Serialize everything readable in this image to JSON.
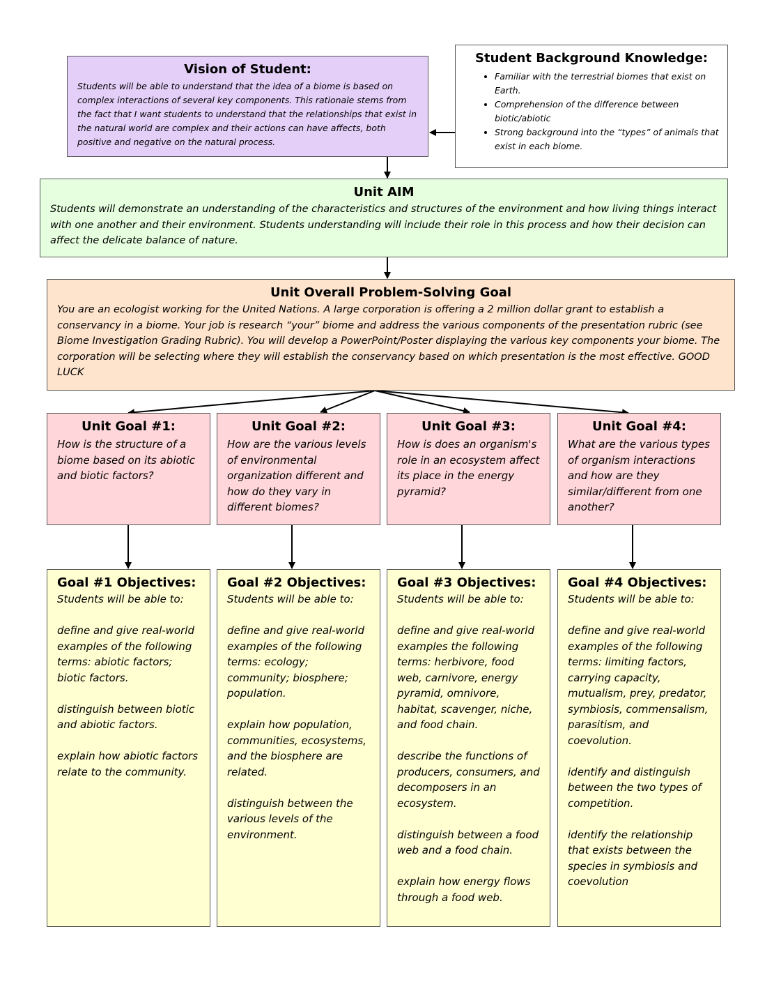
{
  "vision": {
    "title": "Vision of Student:",
    "text": "Students will be able to understand that the idea of a biome is based on complex interactions of several key components.  This rationale stems from the fact that I want students to understand that the relationships that exist in the natural world are complex and their actions can have affects, both positive and negative on the natural process."
  },
  "background": {
    "title": "Student Background Knowledge:",
    "items": [
      "Familiar with the terrestrial biomes that exist on Earth.",
      "Comprehension of the difference between biotic/abiotic",
      "Strong background into the “types” of animals that exist in each biome."
    ]
  },
  "aim": {
    "title": "Unit AIM",
    "text": "Students will demonstrate an understanding of the characteristics and structures of the environment and how living  things interact with one another and their environment.  Students understanding will include their role in this process and how their decision can affect the delicate balance of nature."
  },
  "problem": {
    "title": "Unit Overall Problem-Solving Goal",
    "text": "You are an ecologist working for the United Nations.  A large corporation is offering a 2 million dollar grant to establish a conservancy in a biome. Your job is research “your” biome and address the various components of the presentation rubric (see Biome Investigation Grading Rubric).  You will develop a PowerPoint/Poster displaying the various key components your biome.  The corporation will be selecting where they will establish the conservancy based on which presentation is the most effective.  GOOD LUCK"
  },
  "goals": [
    {
      "title": "Unit Goal #1:",
      "text": "How is the structure of a biome based on its abiotic and biotic factors?"
    },
    {
      "title": "Unit Goal #2:",
      "text": "How are the various levels of environmental organization different and how do they vary in different biomes?"
    },
    {
      "title": "Unit Goal #3:",
      "text": "How is does an organism's role in an ecosystem affect its place in the energy pyramid?"
    },
    {
      "title": "Unit Goal #4:",
      "text": "What are the various types of organism interactions and how are they similar/different from one another?"
    }
  ],
  "objectives": [
    {
      "title": "Goal #1 Objectives:",
      "paras": [
        "Students will be able to:",
        "define and give real-world examples of the following terms:  abiotic factors; biotic factors.",
        "distinguish between biotic and abiotic factors.",
        "explain how abiotic factors relate to the community."
      ]
    },
    {
      "title": "Goal #2 Objectives:",
      "paras": [
        "Students will be able to:",
        "define and give real-world examples of the following terms:  ecology; community; biosphere; population.",
        "explain how population, communities, ecosystems, and the biosphere are related.",
        "distinguish between the various levels of the environment."
      ]
    },
    {
      "title": "Goal #3 Objectives:",
      "paras": [
        "Students will be able to:",
        "define and give real-world examples the following terms:  herbivore, food web, carnivore, energy pyramid, omnivore, habitat, scavenger, niche, and food chain.",
        "describe the functions of producers, consumers, and decomposers in an ecosystem.",
        "distinguish between a food web and a food chain.",
        "explain how energy flows through a food web."
      ]
    },
    {
      "title": "Goal #4 Objectives:",
      "paras": [
        "Students will be able to:",
        "define and give real-world examples of the following terms: limiting factors, carrying capacity, mutualism, prey, predator, symbiosis, commensalism, parasitism, and coevolution.",
        "identify and distinguish between the two types of competition.",
        "identify the relationship that exists between the species in symbiosis and coevolution"
      ]
    }
  ]
}
